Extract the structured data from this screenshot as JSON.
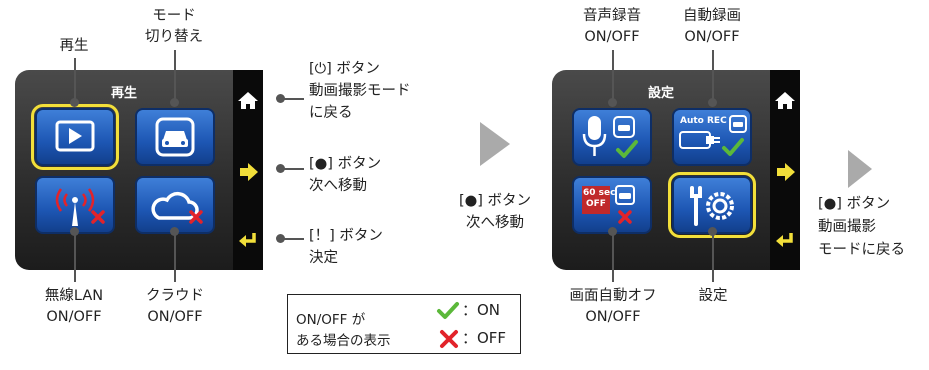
{
  "left_screen": {
    "title": "再生",
    "annotations": {
      "playback": "再生",
      "mode_switch_1": "モード",
      "mode_switch_2": "切り替え",
      "wifi_1": "無線LAN",
      "wifi_2": "ON/OFF",
      "cloud_1": "クラウド",
      "cloud_2": "ON/OFF"
    }
  },
  "buttons": {
    "power_1": "[⏻] ボタン",
    "power_2": "動画撮影モード",
    "power_3": "に戻る",
    "rec_1": "[●] ボタン",
    "rec_2": "次へ移動",
    "ok_1": "[！] ボタン",
    "ok_2": "決定"
  },
  "middle": {
    "line1": "[●] ボタン",
    "line2": "次へ移動"
  },
  "right_screen": {
    "title": "設定",
    "tile_auto_rec": "Auto REC",
    "tile_60sec_1": "60 sec",
    "tile_60sec_2": "OFF",
    "annotations": {
      "audio_1": "音声録音",
      "audio_2": "ON/OFF",
      "auto_rec_1": "自動録画",
      "auto_rec_2": "ON/OFF",
      "screen_off_1": "画面自動オフ",
      "screen_off_2": "ON/OFF",
      "settings": "設定"
    }
  },
  "right_note": {
    "line1": "[●] ボタン",
    "line2": "動画撮影",
    "line3": "モードに戻る"
  },
  "legend": {
    "line1": "ON/OFF が",
    "line2": "ある場合の表示",
    "on": "：ON",
    "off": "：OFF"
  },
  "colors": {
    "accent_yellow": "#f2df3a",
    "tile_blue": "#1d56b3",
    "check_green": "#5bb83a",
    "cross_red": "#e2232a"
  }
}
